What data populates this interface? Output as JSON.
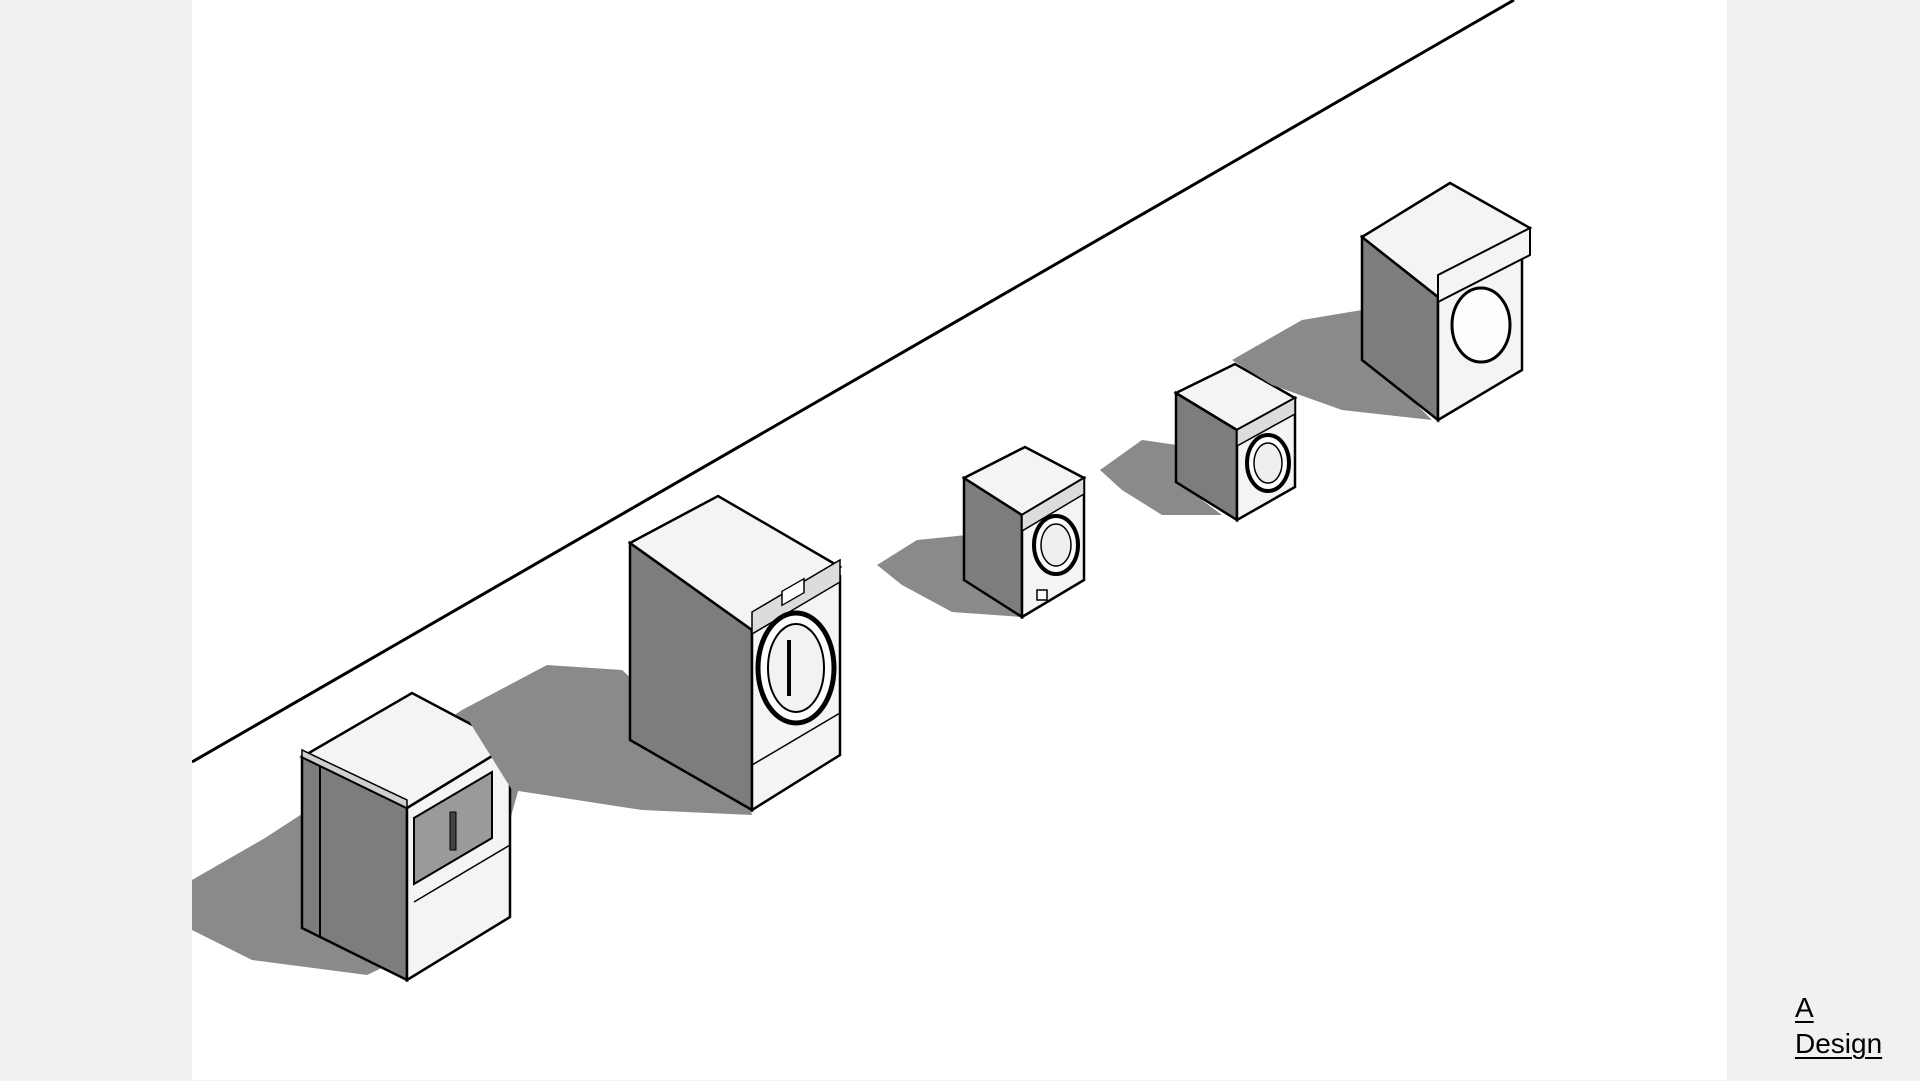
{
  "viewer": {
    "background_color": "#ffffff",
    "page_background_color": "#f1f1ef",
    "shadow_color": "#8a8a8a",
    "machine_face_color": "#7d7d7d",
    "machine_top_color": "#f5f5f5",
    "line_color": "#000000",
    "machines": [
      "barrier-washer",
      "tumble-dryer",
      "small-washer",
      "small-washer-2",
      "large-washer"
    ]
  },
  "brand": {
    "line1": "A",
    "line2": "Design"
  }
}
